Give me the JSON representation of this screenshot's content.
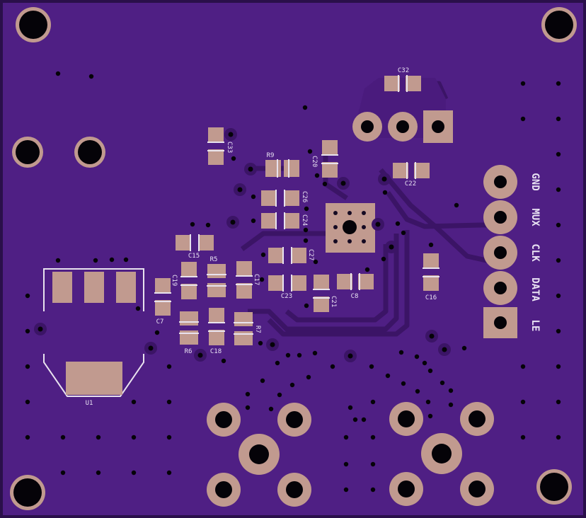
{
  "board": {
    "colors": {
      "substrate": "#4f1f84",
      "copper_trace": "#5e2b98",
      "pad": "#c19a8f",
      "hole": "#050308",
      "silkscreen": "#e8e2ee",
      "via_ring": "#3b1466"
    }
  },
  "connector_labels": [
    "GND",
    "MUX",
    "CLK",
    "DATA",
    "LE"
  ],
  "designators": {
    "u1": "U1",
    "c32": "C32",
    "c33": "C33",
    "r9": "R9",
    "c20": "C20",
    "c22": "C22",
    "c26": "C26",
    "c24": "C24",
    "c15": "C15",
    "r5": "R5",
    "c19": "C19",
    "c17": "C17",
    "c27": "C27",
    "c23": "C23",
    "c21": "C21",
    "c8": "C8",
    "c16": "C16",
    "c7": "C7",
    "r6": "R6",
    "c18": "C18",
    "r7": "R7"
  }
}
